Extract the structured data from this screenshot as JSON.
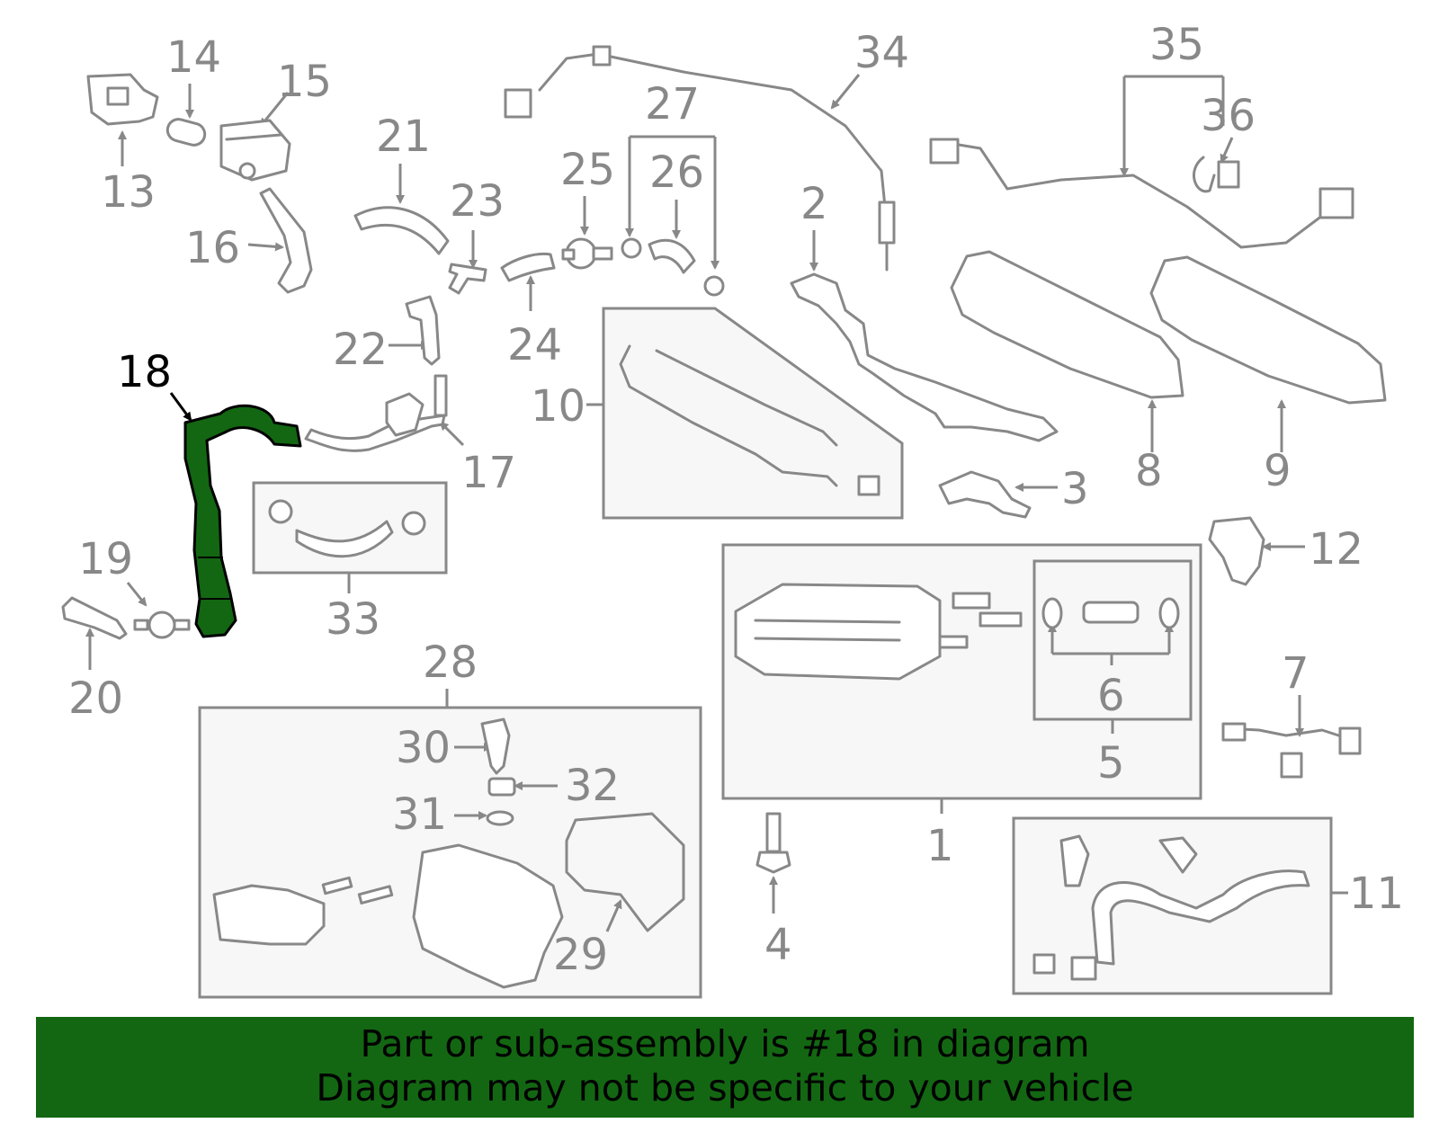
{
  "diagram": {
    "highlighted_part": "18",
    "callouts": [
      "1",
      "2",
      "3",
      "4",
      "5",
      "6",
      "7",
      "8",
      "9",
      "10",
      "11",
      "12",
      "13",
      "14",
      "15",
      "16",
      "17",
      "18",
      "19",
      "20",
      "21",
      "22",
      "23",
      "24",
      "25",
      "26",
      "27",
      "28",
      "29",
      "30",
      "31",
      "32",
      "33",
      "34",
      "35",
      "36"
    ],
    "colors": {
      "part_line": "#888888",
      "highlight": "#136712",
      "box_fill": "#f7f7f7"
    }
  },
  "banner": {
    "line1": "Part or sub-assembly is #18 in diagram",
    "line2": "Diagram may not be specific to your vehicle",
    "background": "#136712"
  }
}
